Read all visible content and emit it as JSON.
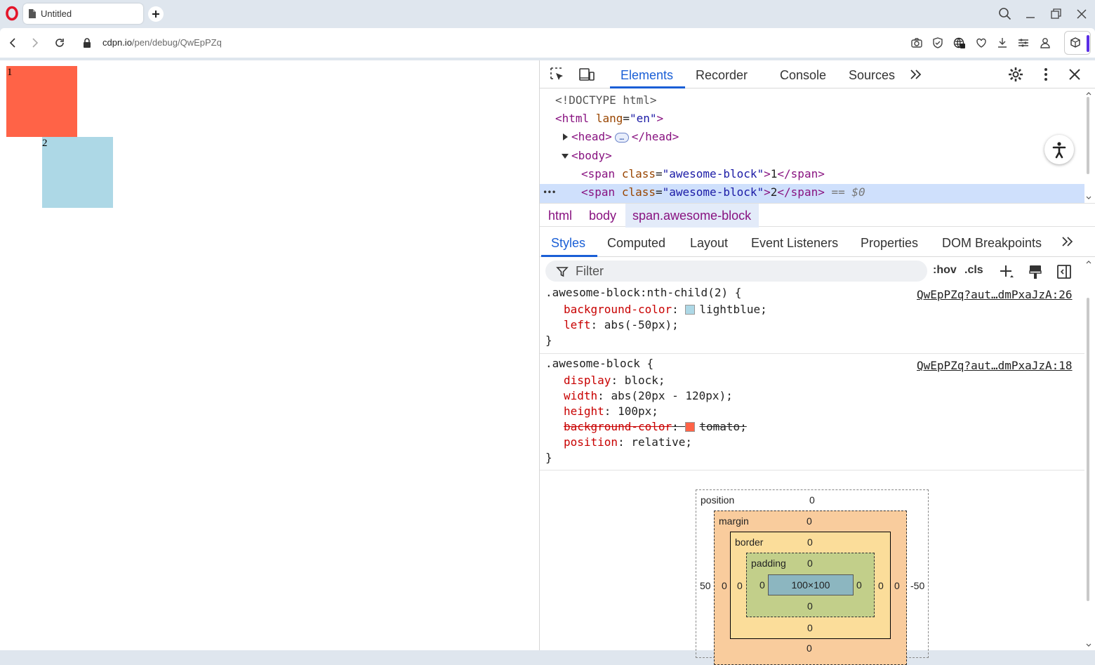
{
  "browser": {
    "tab_title": "Untitled",
    "url_host": "cdpn.io",
    "url_path": "/pen/debug/QwEpPZq"
  },
  "page": {
    "block1_text": "1",
    "block2_text": "2",
    "block1_color": "#ff6347",
    "block2_color": "#add8e6"
  },
  "devtools": {
    "tabs": [
      "Elements",
      "Recorder",
      "Console",
      "Sources"
    ],
    "dom": {
      "doctype": "<!DOCTYPE html>",
      "html_open": "<html",
      "html_attr": "lang",
      "html_attr_val": "\"en\"",
      "html_close": ">",
      "head_open": "<head>",
      "head_ellipsis": "…",
      "head_close": "</head>",
      "body_open": "<body>",
      "span_open": "<span",
      "span_attr": "class",
      "span_attr_val": "\"awesome-block\"",
      "span_gt": ">",
      "span1_text": "1",
      "span2_text": "2",
      "span_close": "</span>",
      "ref": "== $0",
      "row_dots": "•••"
    },
    "breadcrumb": [
      "html",
      "body",
      "span.awesome-block"
    ],
    "sub_tabs": [
      "Styles",
      "Computed",
      "Layout",
      "Event Listeners",
      "Properties",
      "DOM Breakpoints"
    ],
    "filter_placeholder": "Filter",
    "hov_label": ":hov",
    "cls_label": ".cls",
    "rules": [
      {
        "selector": ".awesome-block:nth-child(2) {",
        "source": "QwEpPZq?aut…dmPxaJzA:26",
        "props": [
          {
            "name": "background-color",
            "value": "lightblue;",
            "swatch": "#add8e6"
          },
          {
            "name": "left",
            "value": "abs(-50px);"
          }
        ]
      },
      {
        "selector": ".awesome-block {",
        "source": "QwEpPZq?aut…dmPxaJzA:18",
        "props": [
          {
            "name": "display",
            "value": "block;"
          },
          {
            "name": "width",
            "value": "abs(20px - 120px);"
          },
          {
            "name": "height",
            "value": "100px;"
          },
          {
            "name": "background-color",
            "value": "tomato;",
            "swatch": "#ff6347",
            "struck": true
          },
          {
            "name": "position",
            "value": "relative;"
          }
        ]
      }
    ],
    "close_brace": "}",
    "boxmodel": {
      "position_label": "position",
      "position_top": "0",
      "position_left": "50",
      "position_right": "-50",
      "margin_label": "margin",
      "margin_top": "0",
      "margin_left": "0",
      "margin_right": "0",
      "margin_bottom": "0",
      "border_label": "border",
      "border_top": "0",
      "border_left": "0",
      "border_right": "0",
      "border_bottom": "0",
      "padding_label": "padding",
      "padding_top": "0",
      "padding_left": "0",
      "padding_right": "0",
      "padding_bottom": "0",
      "content": "100×100"
    }
  }
}
